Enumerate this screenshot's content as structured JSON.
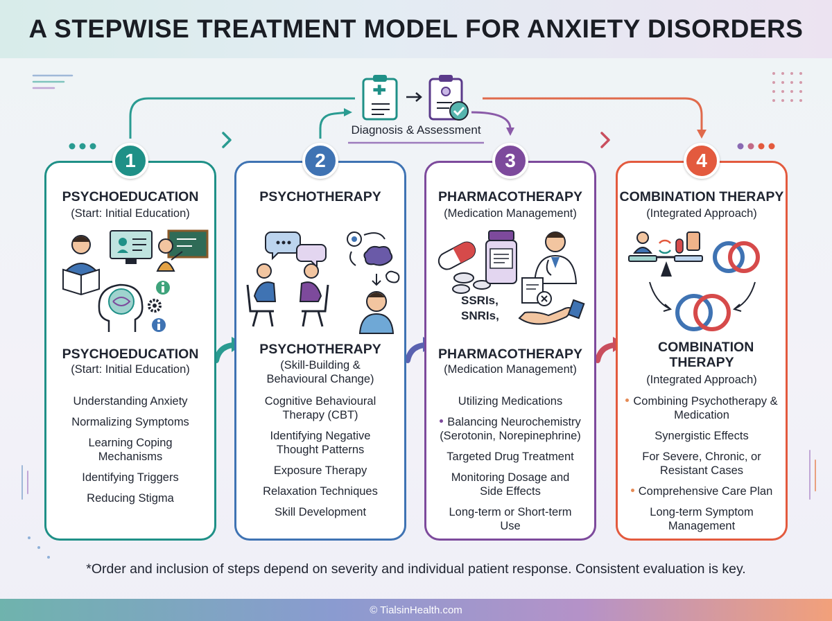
{
  "title": "A STEPWISE TREATMENT MODEL FOR ANXIETY DISORDERS",
  "diagnosis_label": "Diagnosis & Assessment",
  "steps": [
    {
      "number": "1",
      "color": "#1f9087",
      "head_title": "PSYCHOEDUCATION",
      "head_sub": "(Start: Initial Education)",
      "sec_title": "PSYCHOEDUCATION",
      "sec_sub": "(Start: Initial Education)",
      "items": [
        "Understanding Anxiety",
        "Normalizing Symptoms",
        "Learning Coping Mechanisms",
        "Identifying Triggers",
        "Reducing Stigma"
      ]
    },
    {
      "number": "2",
      "color": "#3f73b3",
      "head_title": "PSYCHOTHERAPY",
      "sec_title": "PSYCHOTHERAPY",
      "sec_sub": "(Skill-Building & Behavioural Change)",
      "items": [
        "Cognitive Behavioural Therapy (CBT)",
        "Identifying Negative Thought Patterns",
        "Exposure Therapy",
        "Relaxation Techniques",
        "Skill Development"
      ]
    },
    {
      "number": "3",
      "color": "#7d4a9c",
      "head_title": "PHARMACOTHERAPY",
      "head_sub": "(Medication Management)",
      "drug_lines": [
        "SSRIs,",
        "SNRIs,"
      ],
      "sec_title": "PHARMACOTHERAPY",
      "sec_sub": "(Medication Management)",
      "items": [
        "Utilizing Medications",
        "Balancing Neurochemistry (Serotonin, Norepinephrine)",
        "Targeted Drug Treatment",
        "Monitoring Dosage and Side Effects",
        "Long-term or Short-term Use"
      ]
    },
    {
      "number": "4",
      "color": "#e35a3e",
      "head_title": "COMBINATION THERAPY",
      "head_sub": "(Integrated Approach)",
      "sec_title": "COMBINATION THERAPY",
      "sec_sub": "(Integrated Approach)",
      "items": [
        "Combining Psychotherapy & Medication",
        "Synergistic Effects",
        "For Severe, Chronic, or Resistant Cases",
        "Comprehensive Care Plan",
        "Long-term Symptom Management"
      ]
    }
  ],
  "footnote": "*Order and inclusion of steps depend on severity and individual patient response. Consistent evaluation is key.",
  "copyright": "© TialsinHealth.com"
}
